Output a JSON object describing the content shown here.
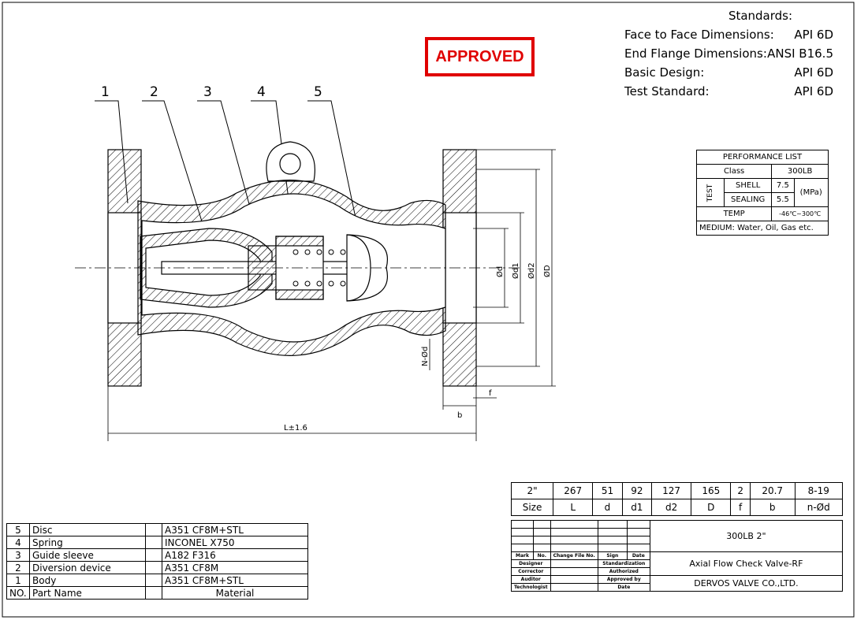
{
  "stamp": "APPROVED",
  "standards": {
    "title": "Standards:",
    "rows": [
      {
        "label": "Face to Face Dimensions:",
        "value": "API 6D"
      },
      {
        "label": "End Flange Dimensions:",
        "value": "ANSI B16.5"
      },
      {
        "label": "Basic Design:",
        "value": "API 6D"
      },
      {
        "label": "Test Standard:",
        "value": "API 6D"
      }
    ]
  },
  "callouts": [
    "1",
    "2",
    "3",
    "4",
    "5"
  ],
  "drawing_labels": {
    "d": "Ød",
    "d1": "Ød1",
    "d2": "Ød2",
    "D": "ØD",
    "nd": "N-Ød",
    "f": "f",
    "b": "b",
    "L": "L±1.6"
  },
  "performance": {
    "title": "PERFORMANCE LIST",
    "class_label": "Class",
    "class_value": "300LB",
    "test_label": "TEST",
    "shell_label": "SHELL",
    "shell_value": "7.5",
    "sealing_label": "SEALING",
    "sealing_value": "5.5",
    "unit": "(MPa)",
    "temp_label": "TEMP",
    "temp_value": "-46℃~300℃",
    "medium": "MEDIUM: Water, Oil, Gas etc."
  },
  "parts": {
    "headers": [
      "NO.",
      "Part Name",
      "Material"
    ],
    "rows": [
      {
        "no": "5",
        "name": "Disc",
        "material": "A351 CF8M+STL"
      },
      {
        "no": "4",
        "name": "Spring",
        "material": "INCONEL X750"
      },
      {
        "no": "3",
        "name": "Guide sleeve",
        "material": "A182 F316"
      },
      {
        "no": "2",
        "name": "Diversion device",
        "material": "A351 CF8M"
      },
      {
        "no": "1",
        "name": "Body",
        "material": "A351 CF8M+STL"
      }
    ]
  },
  "dimensions": {
    "values": [
      "2\"",
      "267",
      "51",
      "92",
      "127",
      "165",
      "2",
      "20.7",
      "8-19"
    ],
    "headers": [
      "Size",
      "L",
      "d",
      "d1",
      "d2",
      "D",
      "f",
      "b",
      "n-Ød"
    ]
  },
  "title_block": {
    "mark": "Mark",
    "no": "No.",
    "change": "Change File No.",
    "sign": "Sign",
    "date": "Date",
    "designer": "Designer",
    "standardization": "Standardization",
    "corrector": "Corrector",
    "authorized": "Authorized",
    "auditor": "Auditor",
    "approved_by": "Approved by",
    "technologist": "Technologist",
    "date2": "Date",
    "spec": "300LB  2\"",
    "product": "Axial Flow Check Valve-RF",
    "company": "DERVOS VALVE CO.,LTD."
  }
}
